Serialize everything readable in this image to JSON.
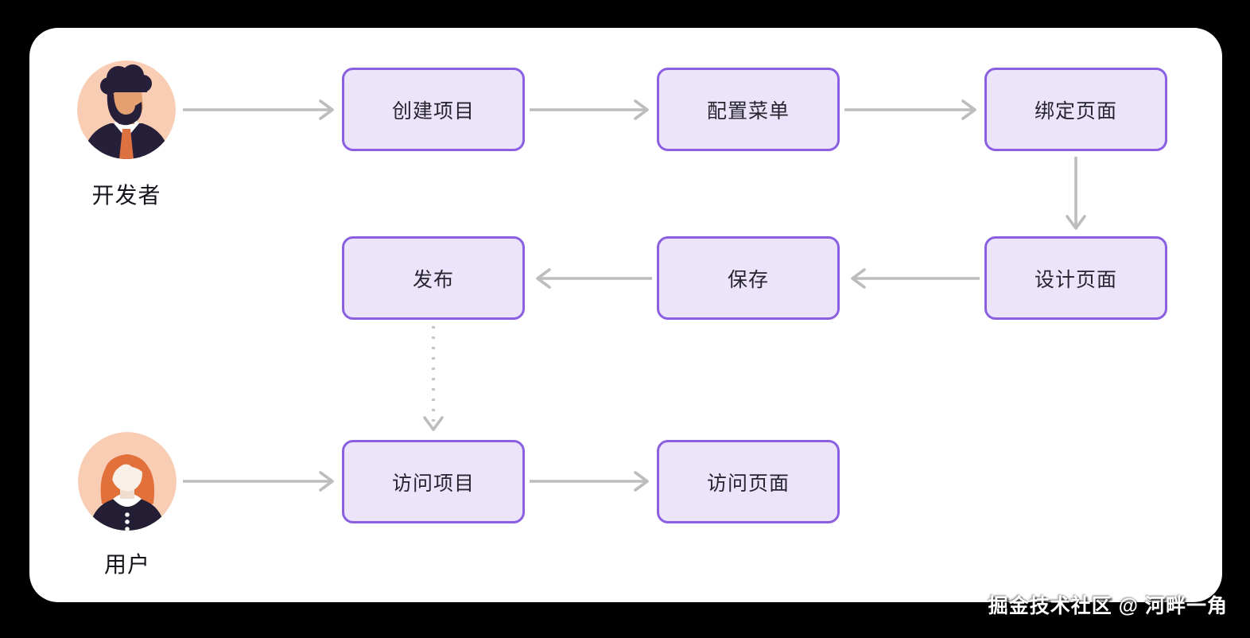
{
  "palette": {
    "page_bg": "#000000",
    "card_bg": "#ffffff",
    "node_fill": "#ece4fa",
    "node_border": "#8a5fe0",
    "node_text": "#26242f",
    "arrow": "#bdbdbd",
    "avatar_bg": "#f9cdb4",
    "hair_dark": "#261f39",
    "hair_orange": "#e2703a",
    "skin": "#e3a172",
    "skin_light": "#f8f0e8",
    "tie_orange": "#dd7140"
  },
  "actors": [
    {
      "id": "developer",
      "label": "开发者"
    },
    {
      "id": "user",
      "label": "用户"
    }
  ],
  "nodes": [
    {
      "id": "create-project",
      "label": "创建项目"
    },
    {
      "id": "configure-menu",
      "label": "配置菜单"
    },
    {
      "id": "bind-page",
      "label": "绑定页面"
    },
    {
      "id": "design-page",
      "label": "设计页面"
    },
    {
      "id": "save",
      "label": "保存"
    },
    {
      "id": "publish",
      "label": "发布"
    },
    {
      "id": "visit-project",
      "label": "访问项目"
    },
    {
      "id": "visit-page",
      "label": "访问页面"
    }
  ],
  "edges": [
    {
      "from": "developer",
      "to": "create-project",
      "style": "solid"
    },
    {
      "from": "create-project",
      "to": "configure-menu",
      "style": "solid"
    },
    {
      "from": "configure-menu",
      "to": "bind-page",
      "style": "solid"
    },
    {
      "from": "bind-page",
      "to": "design-page",
      "style": "solid"
    },
    {
      "from": "design-page",
      "to": "save",
      "style": "solid"
    },
    {
      "from": "save",
      "to": "publish",
      "style": "solid"
    },
    {
      "from": "publish",
      "to": "visit-project",
      "style": "dotted"
    },
    {
      "from": "user",
      "to": "visit-project",
      "style": "solid"
    },
    {
      "from": "visit-project",
      "to": "visit-page",
      "style": "solid"
    }
  ],
  "watermark": "掘金技术社区 @ 河畔一角"
}
